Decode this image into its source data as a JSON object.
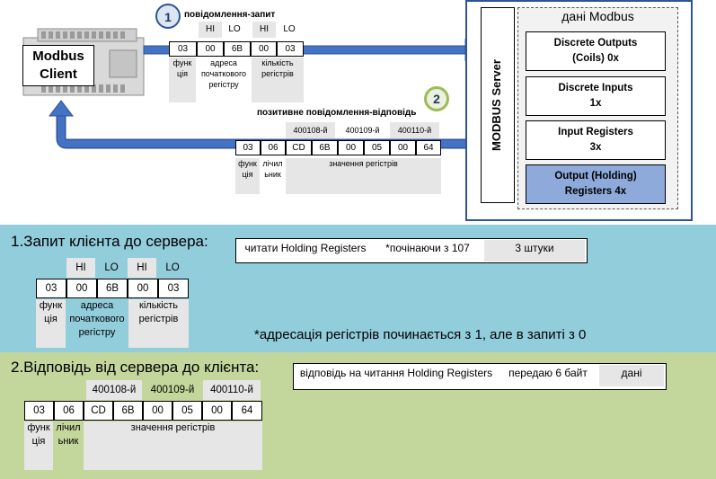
{
  "client": {
    "label_line1": "Modbus",
    "label_line2": "Client"
  },
  "step1": {
    "number": "1",
    "title": "повідомлення-запит"
  },
  "step2": {
    "number": "2",
    "title": "позитивне повідомлення-відповідь"
  },
  "request": {
    "hi1": "HI",
    "lo1": "LO",
    "hi2": "HI",
    "lo2": "LO",
    "bytes": [
      "03",
      "00",
      "6B",
      "00",
      "03"
    ],
    "func_label": "функ\nція",
    "addr_label": "адреса\nпочаткового\nрегістру",
    "count_label": "кількість\nрегістрів"
  },
  "response": {
    "reg_headers": [
      "400108-й",
      "400109-й",
      "400110-й"
    ],
    "bytes": [
      "03",
      "06",
      "CD",
      "6B",
      "00",
      "05",
      "00",
      "64"
    ],
    "func_label": "функ\nція",
    "counter_label": "лічил\nьник",
    "values_label": "значення регістрів"
  },
  "server": {
    "title": "MODBUS Server",
    "data_title": "дані Modbus",
    "registers": [
      {
        "name": "Discrete Outputs\n(Coils) 0x",
        "highlight": false
      },
      {
        "name": "Discrete Inputs\n1x",
        "highlight": false
      },
      {
        "name": "Input Registers\n3x",
        "highlight": false
      },
      {
        "name": "Output (Holding)\nRegisters  4x",
        "highlight": true
      }
    ]
  },
  "section1": {
    "title": "1.Запит клієнта до сервера:",
    "summary": [
      "читати Holding Registers",
      "*почінаючи з  107",
      "3 штуки"
    ],
    "note": "*адресація регістрів починається з 1, але в запиті з 0"
  },
  "section2": {
    "title": "2.Відповідь від сервера до клієнта:",
    "summary": [
      "відповідь на читання Holding Registers",
      "передаю 6 байт",
      "дані"
    ]
  },
  "colors": {
    "arrow": "#4472c4",
    "server_border": "#2f5496",
    "holding": "#8eaadb",
    "section1_bg": "#92cddc",
    "section2_bg": "#c3d69b",
    "badge_fill": "#dce6f2",
    "badge2_ring": "#9bbb59"
  }
}
